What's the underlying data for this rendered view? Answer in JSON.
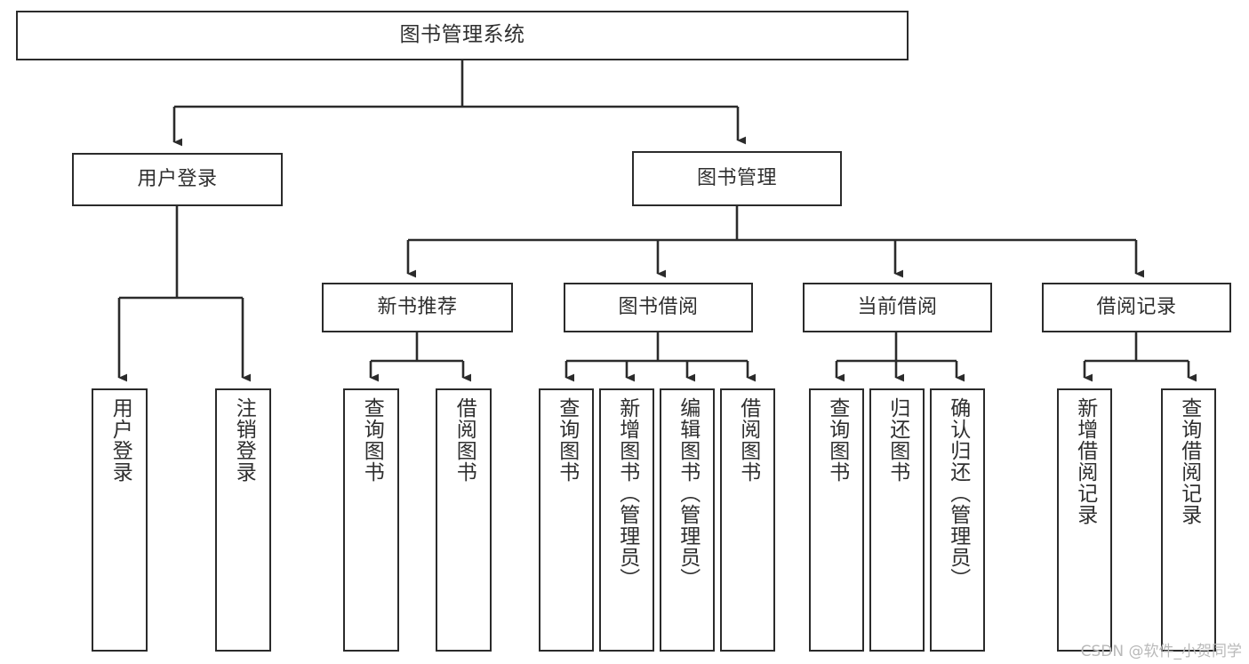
{
  "diagram": {
    "title": "图书管理系统",
    "type": "tree",
    "colors": {
      "stroke": "#2b2b2b",
      "fill": "#ffffff",
      "text": "#2f2f2f",
      "watermark": "#b9b9b9"
    },
    "nodes": {
      "root": {
        "label": "图书管理系统"
      },
      "level1": [
        {
          "label": "用户登录"
        },
        {
          "label": "图书管理"
        }
      ],
      "level2": [
        {
          "label": "新书推荐"
        },
        {
          "label": "图书借阅"
        },
        {
          "label": "当前借阅"
        },
        {
          "label": "借阅记录"
        }
      ],
      "leaves": {
        "user_login": [
          {
            "label": "用户登录"
          },
          {
            "label": "注销登录"
          }
        ],
        "new_book_recommend": [
          {
            "label": "查询图书"
          },
          {
            "label": "借阅图书"
          }
        ],
        "book_borrow": [
          {
            "label": "查询图书"
          },
          {
            "label": "新增图书（管理员）"
          },
          {
            "label": "编辑图书（管理员）"
          },
          {
            "label": "借阅图书"
          }
        ],
        "current_borrow": [
          {
            "label": "查询图书"
          },
          {
            "label": "归还图书"
          },
          {
            "label": "确认归还（管理员）"
          }
        ],
        "borrow_record": [
          {
            "label": "新增借阅记录"
          },
          {
            "label": "查询借阅记录"
          }
        ]
      }
    },
    "watermark": "CSDN @软件_小贺同学"
  }
}
